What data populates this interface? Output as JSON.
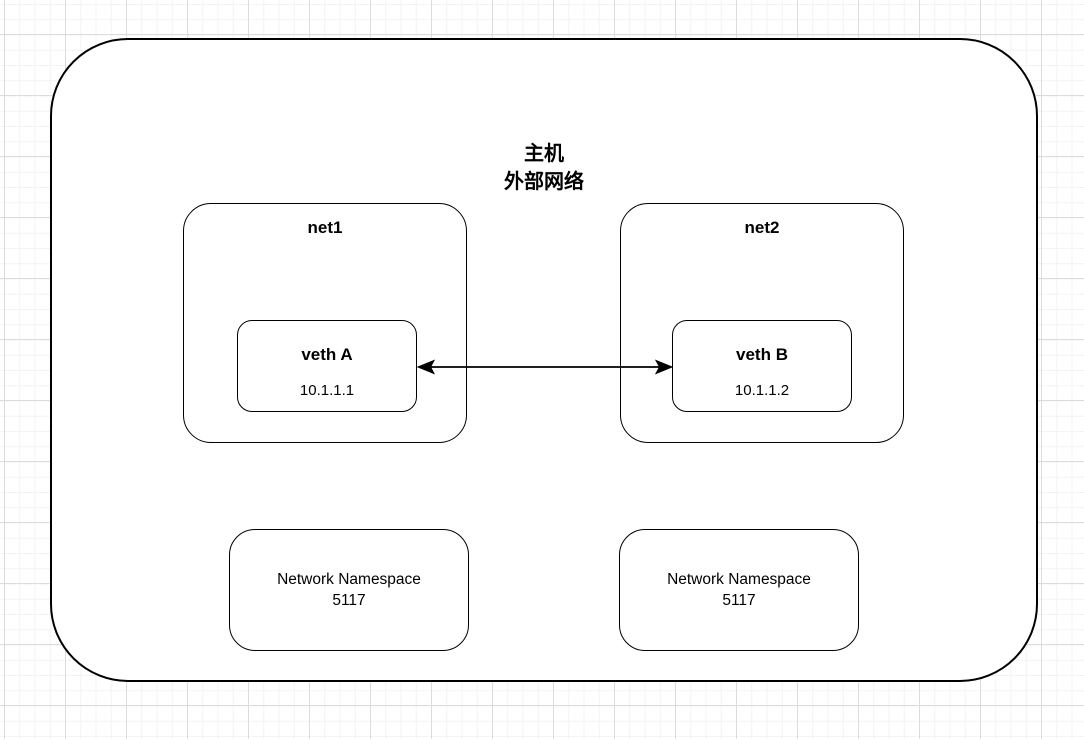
{
  "canvas": {
    "background": "#ffffff",
    "grid_minor_color": "#f3f3f3",
    "grid_major_color": "#dcdcdc",
    "stroke_color": "#000000"
  },
  "host": {
    "title_line1": "主机",
    "title_line2": "外部网络"
  },
  "net_namespaces": [
    {
      "name": "net1",
      "veth_label": "veth A",
      "veth_ip": "10.1.1.1"
    },
    {
      "name": "net2",
      "veth_label": "veth B",
      "veth_ip": "10.1.1.2"
    }
  ],
  "namespace_labels": [
    {
      "line1": "Network Namespace",
      "line2": "5117"
    },
    {
      "line1": "Network Namespace",
      "line2": "5117"
    }
  ]
}
